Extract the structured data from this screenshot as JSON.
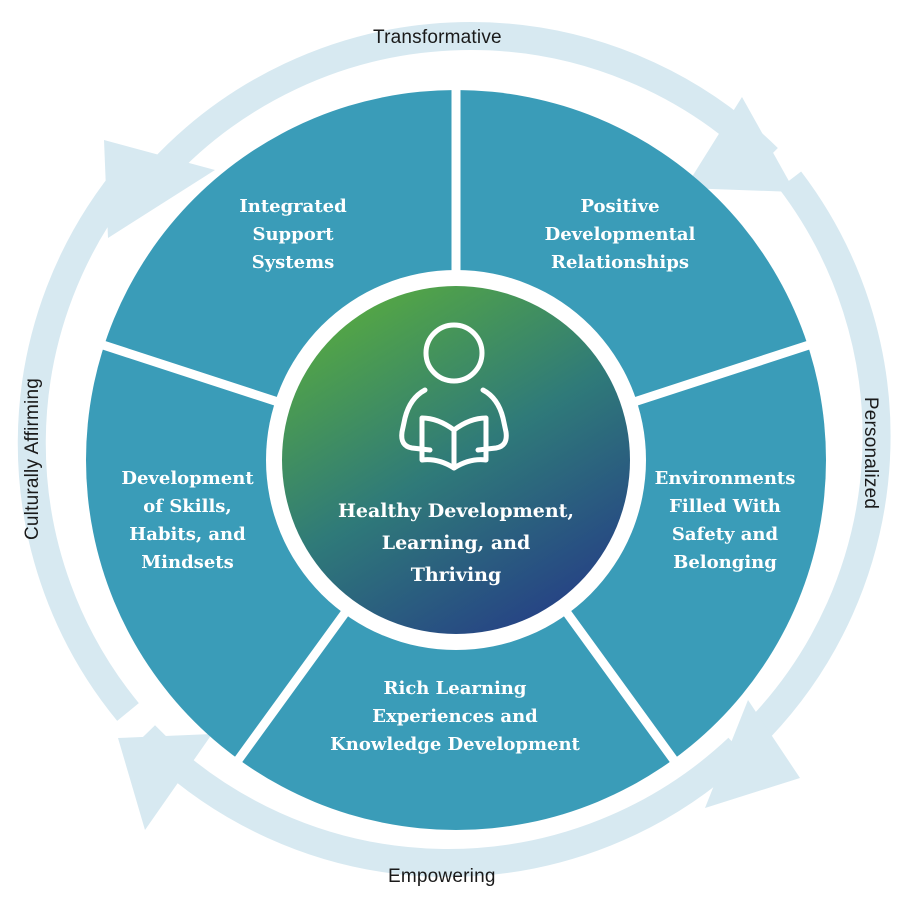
{
  "diagram": {
    "outer_cycle": {
      "top": "Transformative",
      "right": "Personalized",
      "bottom": "Empowering",
      "left": "Culturally Affirming"
    },
    "segments": {
      "top_left": [
        "Integrated",
        "Support",
        "Systems"
      ],
      "top_right": [
        "Positive",
        "Developmental",
        "Relationships"
      ],
      "right": [
        "Environments",
        "Filled With",
        "Safety and",
        "Belonging"
      ],
      "bottom": [
        "Rich Learning",
        "Experiences and",
        "Knowledge Development"
      ],
      "left": [
        "Development",
        "of Skills,",
        "Habits, and",
        "Mindsets"
      ]
    },
    "center": {
      "lines": [
        "Healthy Development,",
        "Learning, and",
        "Thriving"
      ],
      "icon": "person-reading-icon"
    },
    "colors": {
      "ring": "#d7e9f1",
      "segment": "#3a9cb8",
      "center_top": "#58ab3f",
      "center_bottom": "#253d86"
    }
  }
}
